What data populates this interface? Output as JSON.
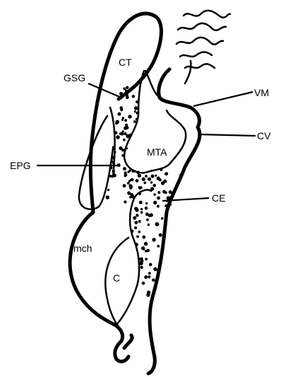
{
  "labels": {
    "ct": "CT",
    "gsg": "GSG",
    "vm": "VM",
    "cv": "CV",
    "mta": "MTA",
    "epg": "EPG",
    "ce": "CE",
    "mch": "mch",
    "c": "C"
  }
}
